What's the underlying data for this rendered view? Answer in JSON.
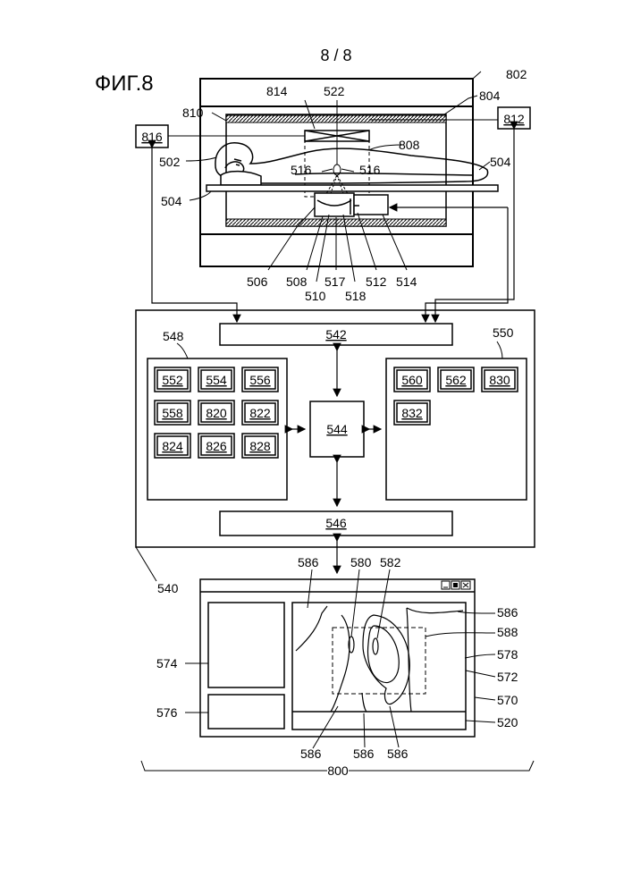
{
  "page_number": "8 / 8",
  "figure_title": "ФИГ.8",
  "scanner": {
    "ref_802": "802",
    "ref_804": "804",
    "ref_810": "810",
    "ref_814": "814",
    "ref_522": "522",
    "ref_812": "812",
    "ref_816": "816",
    "ref_808": "808",
    "ref_502": "502",
    "ref_516a": "516",
    "ref_516b": "516",
    "ref_504a": "504",
    "ref_504b": "504",
    "ref_506": "506",
    "ref_508": "508",
    "ref_510": "510",
    "ref_517": "517",
    "ref_518": "518",
    "ref_512": "512",
    "ref_514": "514"
  },
  "computer": {
    "ref_540": "540",
    "ref_542": "542",
    "ref_544": "544",
    "ref_546": "546",
    "ref_548": "548",
    "ref_550": "550",
    "left_modules": [
      "552",
      "554",
      "556",
      "558",
      "820",
      "822",
      "824",
      "826",
      "828"
    ],
    "right_modules": [
      "560",
      "562",
      "830",
      "832"
    ]
  },
  "display": {
    "ref_574": "574",
    "ref_576": "576",
    "ref_586_top": "586",
    "ref_580": "580",
    "ref_582": "582",
    "ref_586_right": "586",
    "ref_588": "588",
    "ref_578": "578",
    "ref_572": "572",
    "ref_570": "570",
    "ref_520": "520",
    "ref_586_b1": "586",
    "ref_586_b2": "586",
    "ref_586_b3": "586",
    "ref_800": "800"
  }
}
